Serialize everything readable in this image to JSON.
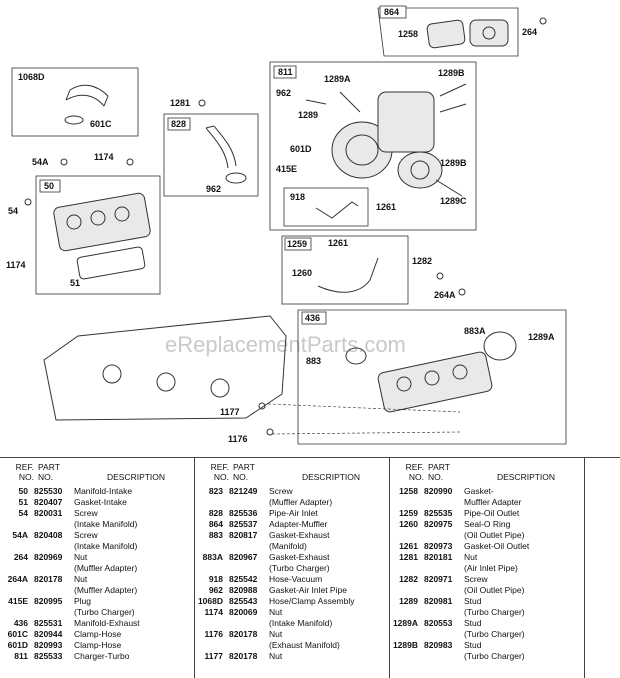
{
  "watermark": "eReplacementParts.com",
  "callouts": {
    "c864": "864",
    "c1258": "1258",
    "c264": "264",
    "c1068D": "1068D",
    "c601C": "601C",
    "c811": "811",
    "c1289A": "1289A",
    "c1289B_top": "1289B",
    "c962_top": "962",
    "c1289": "1289",
    "c601D": "601D",
    "c415E": "415E",
    "c1289B_mid": "1289B",
    "c918": "918",
    "c1261_a": "1261",
    "c1289C": "1289C",
    "c1281": "1281",
    "c828": "828",
    "c962_mid": "962",
    "c54A": "54A",
    "c1174_top": "1174",
    "c50": "50",
    "c54": "54",
    "c1174_bot": "1174",
    "c51": "51",
    "c1259": "1259",
    "c1261_b": "1261",
    "c1260": "1260",
    "c1282": "1282",
    "c264A": "264A",
    "c436": "436",
    "c883A": "883A",
    "c1289A_low": "1289A",
    "c883": "883",
    "c1177": "1177",
    "c1176": "1176"
  },
  "table": {
    "headers": {
      "ref": "REF.\nNO.",
      "part": "PART\nNO.",
      "desc": "DESCRIPTION"
    },
    "columns": [
      [
        {
          "ref": "50",
          "part": "825530",
          "desc": "Manifold-Intake"
        },
        {
          "ref": "51",
          "part": "820407",
          "desc": "Gasket-Intake"
        },
        {
          "ref": "54",
          "part": "820031",
          "desc": "Screw"
        },
        {
          "ref": "",
          "part": "",
          "desc": "(Intake Manifold)"
        },
        {
          "ref": "54A",
          "part": "820408",
          "desc": "Screw"
        },
        {
          "ref": "",
          "part": "",
          "desc": "(Intake Manifold)"
        },
        {
          "ref": "264",
          "part": "820969",
          "desc": "Nut"
        },
        {
          "ref": "",
          "part": "",
          "desc": "(Muffler Adapter)"
        },
        {
          "ref": "264A",
          "part": "820178",
          "desc": "Nut"
        },
        {
          "ref": "",
          "part": "",
          "desc": "(Muffler Adapter)"
        },
        {
          "ref": "415E",
          "part": "820995",
          "desc": "Plug"
        },
        {
          "ref": "",
          "part": "",
          "desc": "(Turbo Charger)"
        },
        {
          "ref": "436",
          "part": "825531",
          "desc": "Manifold-Exhaust"
        },
        {
          "ref": "601C",
          "part": "820944",
          "desc": "Clamp-Hose"
        },
        {
          "ref": "601D",
          "part": "820993",
          "desc": "Clamp-Hose"
        },
        {
          "ref": "811",
          "part": "825533",
          "desc": "Charger-Turbo"
        }
      ],
      [
        {
          "ref": "823",
          "part": "821249",
          "desc": "Screw"
        },
        {
          "ref": "",
          "part": "",
          "desc": "(Muffler Adapter)"
        },
        {
          "ref": "828",
          "part": "825536",
          "desc": "Pipe-Air Inlet"
        },
        {
          "ref": "864",
          "part": "825537",
          "desc": "Adapter-Muffler"
        },
        {
          "ref": "883",
          "part": "820817",
          "desc": "Gasket-Exhaust"
        },
        {
          "ref": "",
          "part": "",
          "desc": "(Manifold)"
        },
        {
          "ref": "883A",
          "part": "820967",
          "desc": "Gasket-Exhaust"
        },
        {
          "ref": "",
          "part": "",
          "desc": "(Turbo Charger)"
        },
        {
          "ref": "918",
          "part": "825542",
          "desc": "Hose-Vacuum"
        },
        {
          "ref": "962",
          "part": "820988",
          "desc": "Gasket-Air Inlet Pipe"
        },
        {
          "ref": "1068D",
          "part": "825543",
          "desc": "Hose/Clamp Assembly"
        },
        {
          "ref": "1174",
          "part": "820069",
          "desc": "Nut"
        },
        {
          "ref": "",
          "part": "",
          "desc": "(Intake Manifold)"
        },
        {
          "ref": "1176",
          "part": "820178",
          "desc": "Nut"
        },
        {
          "ref": "",
          "part": "",
          "desc": "(Exhaust Manifold)"
        },
        {
          "ref": "1177",
          "part": "820178",
          "desc": "Nut"
        }
      ],
      [
        {
          "ref": "1258",
          "part": "820990",
          "desc": "Gasket-"
        },
        {
          "ref": "",
          "part": "",
          "desc": "Muffler Adapter"
        },
        {
          "ref": "1259",
          "part": "825535",
          "desc": "Pipe-Oil Outlet"
        },
        {
          "ref": "1260",
          "part": "820975",
          "desc": "Seal-O Ring"
        },
        {
          "ref": "",
          "part": "",
          "desc": "(Oil Outlet Pipe)"
        },
        {
          "ref": "1261",
          "part": "820973",
          "desc": "Gasket-Oil Outlet"
        },
        {
          "ref": "1281",
          "part": "820181",
          "desc": "Nut"
        },
        {
          "ref": "",
          "part": "",
          "desc": "(Air Inlet Pipe)"
        },
        {
          "ref": "1282",
          "part": "820971",
          "desc": "Screw"
        },
        {
          "ref": "",
          "part": "",
          "desc": "(Oil Outlet Pipe)"
        },
        {
          "ref": "1289",
          "part": "820981",
          "desc": "Stud"
        },
        {
          "ref": "",
          "part": "",
          "desc": "(Turbo Charger)"
        },
        {
          "ref": "1289A",
          "part": "820553",
          "desc": "Stud"
        },
        {
          "ref": "",
          "part": "",
          "desc": "(Turbo Charger)"
        },
        {
          "ref": "1289B",
          "part": "820983",
          "desc": "Stud"
        },
        {
          "ref": "",
          "part": "",
          "desc": "(Turbo Charger)"
        }
      ]
    ]
  }
}
